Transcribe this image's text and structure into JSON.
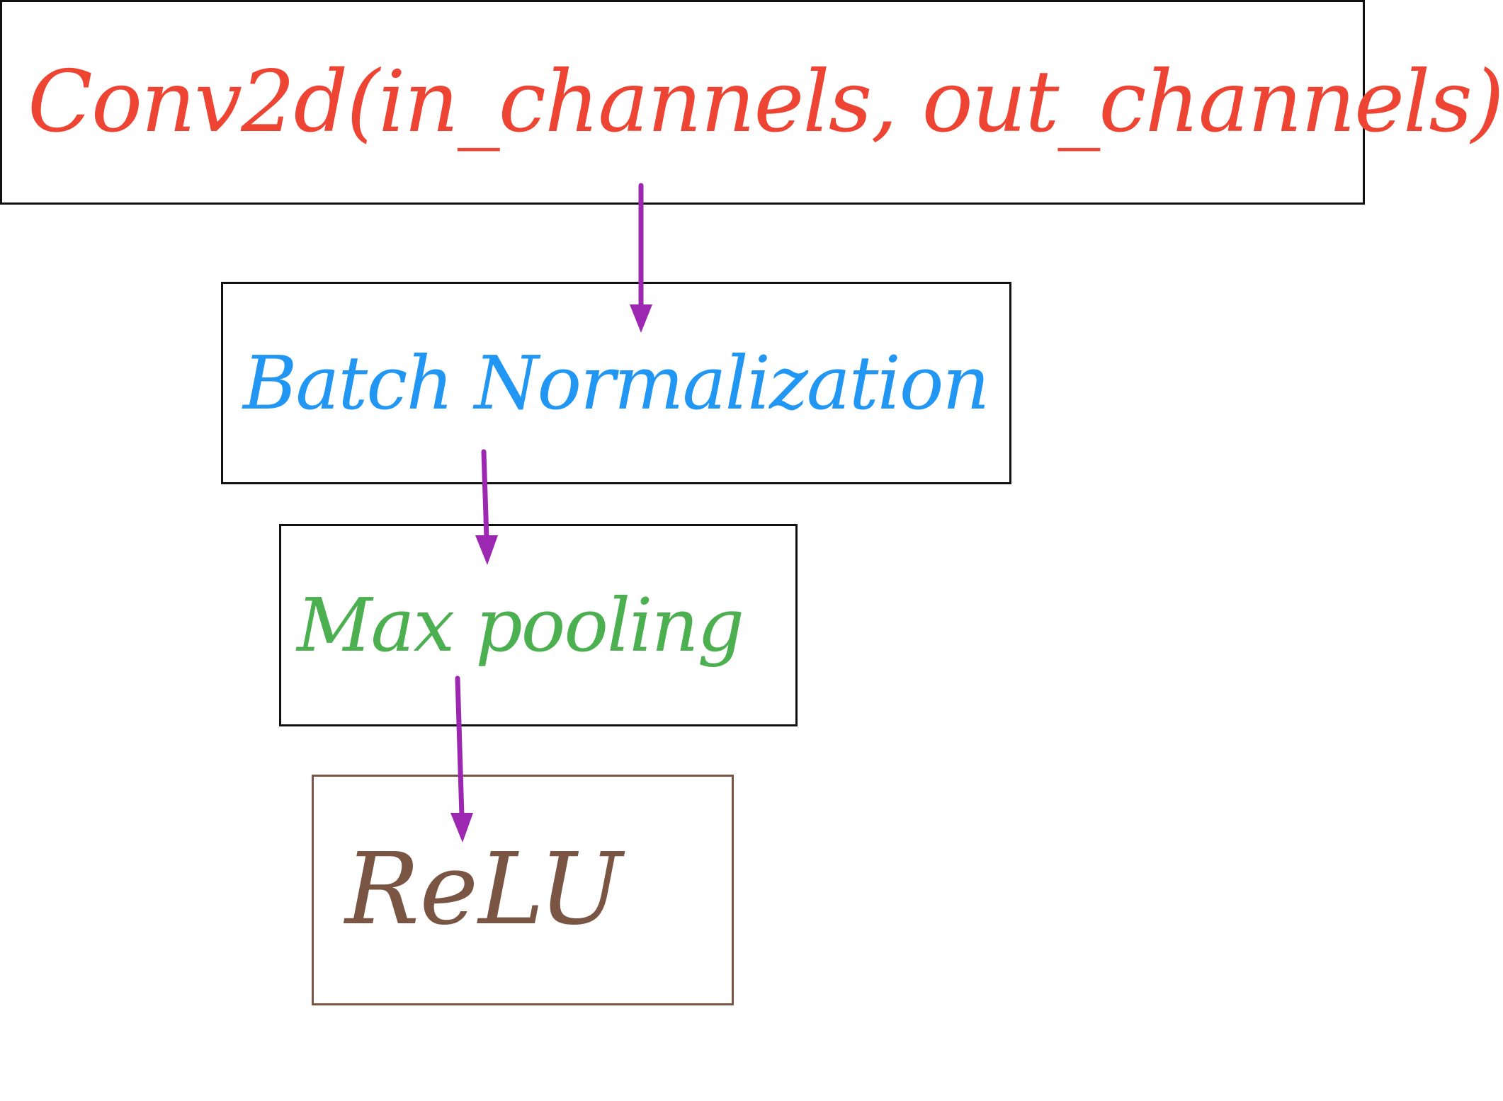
{
  "diagram": {
    "blocks": [
      {
        "id": "conv",
        "label": "Conv2d(in_channels, out_channels)",
        "color": "#ee4433"
      },
      {
        "id": "bn",
        "label": "Batch Normalization",
        "color": "#2196f3"
      },
      {
        "id": "mp",
        "label": "Max pooling",
        "color": "#4caf50"
      },
      {
        "id": "relu",
        "label": "ReLU",
        "color": "#7a5544"
      }
    ],
    "arrow_color": "#9c27b0",
    "edges": [
      {
        "from": "conv",
        "to": "bn"
      },
      {
        "from": "bn",
        "to": "mp"
      },
      {
        "from": "mp",
        "to": "relu"
      }
    ]
  }
}
